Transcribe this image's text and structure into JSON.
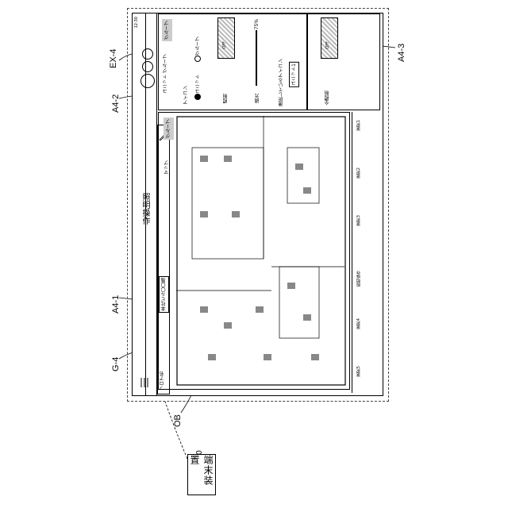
{
  "callouts": {
    "ex4": "EX-4",
    "a4_2": "A4-2",
    "a4_3": "A4-3",
    "a4_1": "A4-1",
    "g4": "G-4",
    "ob": "OB",
    "ref100": "100"
  },
  "terminal_label": "端末装置",
  "status_bar": {
    "time": "12:30"
  },
  "header": {
    "title": "照明操作",
    "floor_label": "フロア名",
    "floor_value": "本社ビル〇〇階",
    "menu_icon": "hamburger-icon",
    "edit_icon": "pencil-icon"
  },
  "map_tabs": {
    "map": "マップ",
    "group": "グループ"
  },
  "control_panel": {
    "tab_unit_group": "ユニット グループ",
    "tab_group": "グループ",
    "icon_label": "アイコン",
    "radio_unit": "ユニット",
    "radio_group": "グループ",
    "brightness_label": "照明",
    "off": "OFF",
    "dimming_label": "調光",
    "dimming_value": "75%",
    "selected_icon_label": "選択しているアイコン",
    "selected_icon_value": "ユニット1"
  },
  "all_lights_panel": {
    "label": "全照明",
    "off": "OFF"
  },
  "bottom_bar": {
    "items": [
      "選択1",
      "選択2",
      "選択3",
      "照明操作",
      "選択4",
      "選択5"
    ]
  }
}
